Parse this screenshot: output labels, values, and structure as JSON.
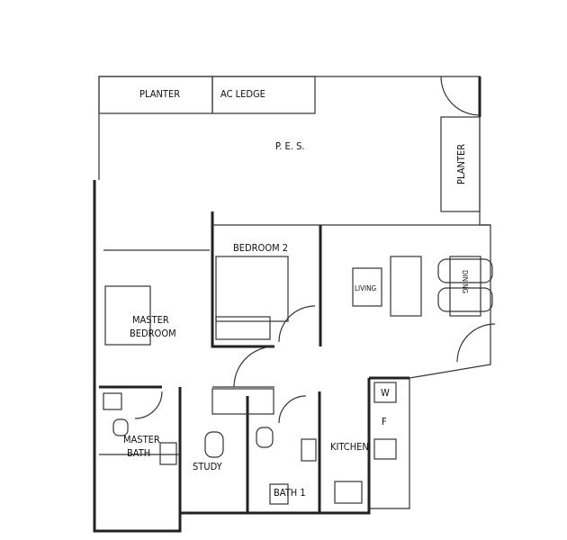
{
  "rooms": {
    "planter_top": "PLANTER",
    "ac_ledge": "AC LEDGE",
    "pes": "P. E. S.",
    "planter_right": "PLANTER",
    "bedroom2": "BEDROOM 2",
    "living": "LIVING",
    "dining": "DINING",
    "master_bedroom_1": "MASTER",
    "master_bedroom_2": "BEDROOM",
    "master_bath_1": "MASTER",
    "master_bath_2": "BATH",
    "study": "STUDY",
    "kitchen": "KITCHEN",
    "bath1": "BATH 1",
    "washer": "W",
    "fridge": "F"
  }
}
